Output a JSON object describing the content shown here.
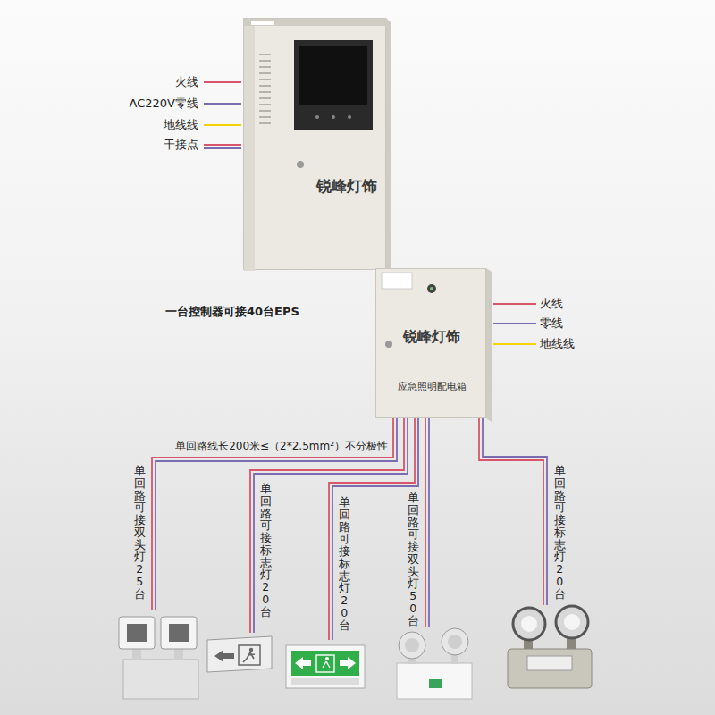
{
  "diagram": {
    "nodes": [
      {
        "text": [
          "锐峰灯饰"
        ]
      },
      {
        "text": [
          "锐峰灯饰",
          "应急照明配电箱"
        ]
      }
    ],
    "edges": [
      {
        "from": 0,
        "to": 1,
        "arrow": "none"
      }
    ],
    "labels": [
      "火线",
      "AC220V零线",
      "地线线",
      "干接点",
      "一台控制器可接40台EPS",
      "火线",
      "零线",
      "地线线",
      "单回路线长200米≤（2*2.5mm²）不分极性",
      "单回路可接双头灯25台",
      "单回路可接标志灯20台",
      "单回路可接标志灯20台",
      "单回路可接双头灯50台",
      "单回路可接标志灯20台"
    ]
  }
}
